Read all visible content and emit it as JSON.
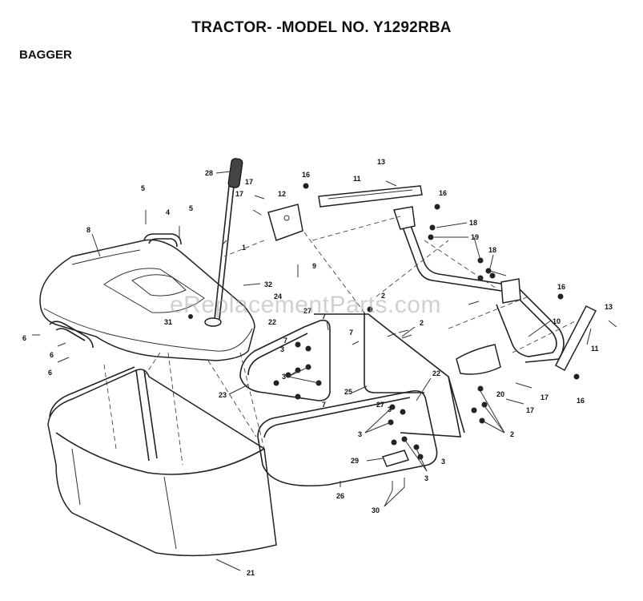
{
  "header": {
    "title": "TRACTOR- -MODEL NO. Y1292RBA",
    "section": "BAGGER"
  },
  "watermark": "eReplacementParts.com",
  "callouts": [
    {
      "id": "c1",
      "text": "28"
    },
    {
      "id": "c2",
      "text": "5"
    },
    {
      "id": "c3",
      "text": "4"
    },
    {
      "id": "c4",
      "text": "5"
    },
    {
      "id": "c5",
      "text": "8"
    },
    {
      "id": "c6",
      "text": "1"
    },
    {
      "id": "c7",
      "text": "17"
    },
    {
      "id": "c8",
      "text": "16"
    },
    {
      "id": "c9",
      "text": "12"
    },
    {
      "id": "c10",
      "text": "17"
    },
    {
      "id": "c11",
      "text": "11"
    },
    {
      "id": "c12",
      "text": "13"
    },
    {
      "id": "c13",
      "text": "16"
    },
    {
      "id": "c14",
      "text": "18"
    },
    {
      "id": "c15",
      "text": "19"
    },
    {
      "id": "c16",
      "text": "18"
    },
    {
      "id": "c17",
      "text": "9"
    },
    {
      "id": "c18",
      "text": "32"
    },
    {
      "id": "c19",
      "text": "31"
    },
    {
      "id": "c20",
      "text": "24"
    },
    {
      "id": "c21",
      "text": "27"
    },
    {
      "id": "c22",
      "text": "22"
    },
    {
      "id": "c23",
      "text": "7"
    },
    {
      "id": "c24",
      "text": "2"
    },
    {
      "id": "c25",
      "text": "7"
    },
    {
      "id": "c26",
      "text": "2"
    },
    {
      "id": "c27",
      "text": "16"
    },
    {
      "id": "c28",
      "text": "13"
    },
    {
      "id": "c29",
      "text": "10"
    },
    {
      "id": "c30",
      "text": "11"
    },
    {
      "id": "c31",
      "text": "6"
    },
    {
      "id": "c32",
      "text": "6"
    },
    {
      "id": "c33",
      "text": "6"
    },
    {
      "id": "c34",
      "text": "3"
    },
    {
      "id": "c35",
      "text": "7"
    },
    {
      "id": "c36",
      "text": "3"
    },
    {
      "id": "c37",
      "text": "23"
    },
    {
      "id": "c38",
      "text": "7"
    },
    {
      "id": "c39",
      "text": "25"
    },
    {
      "id": "c40",
      "text": "22"
    },
    {
      "id": "c41",
      "text": "27"
    },
    {
      "id": "c42",
      "text": "3"
    },
    {
      "id": "c43",
      "text": "20"
    },
    {
      "id": "c44",
      "text": "17"
    },
    {
      "id": "c45",
      "text": "17"
    },
    {
      "id": "c46",
      "text": "3"
    },
    {
      "id": "c47",
      "text": "2"
    },
    {
      "id": "c48",
      "text": "16"
    },
    {
      "id": "c49",
      "text": "29"
    },
    {
      "id": "c50",
      "text": "3"
    },
    {
      "id": "c51",
      "text": "3"
    },
    {
      "id": "c52",
      "text": "26"
    },
    {
      "id": "c53",
      "text": "30"
    },
    {
      "id": "c54",
      "text": "21"
    }
  ]
}
